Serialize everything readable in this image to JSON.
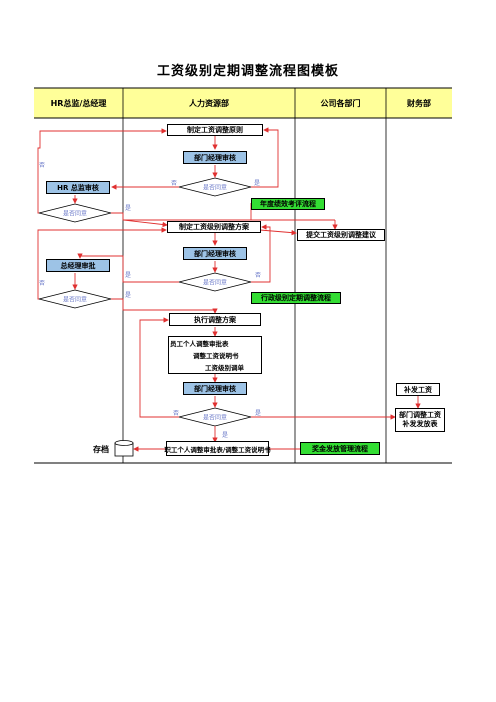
{
  "title": "工资级别定期调整流程图模板",
  "lanes": [
    "HR总监/总经理",
    "人力资源部",
    "公司各部门",
    "财务部"
  ],
  "nodes": {
    "make_principle": "制定工资调整原则",
    "dept_review_1": "部门经理审核",
    "agree_1": "是否同意",
    "hr_director_review": "HR 总监审核",
    "agree_hr": "是否同意",
    "annual_review_process": "年度绩效考评流程",
    "make_plan": "制定工资级别调整方案",
    "submit_suggestion": "提交工资级别调整建议",
    "dept_review_2": "部门经理审核",
    "gm_approval": "总经理审批",
    "agree_2": "是否同意",
    "agree_gm": "是否同意",
    "admin_level_process": "行政级别定期调整流程",
    "execute_plan": "执行调整方案",
    "doc_line_1": "员工个人调整审批表",
    "doc_line_2": "调整工资说明书",
    "doc_line_3": "工资级别调单",
    "dept_review_3": "部门经理审核",
    "supplement_pay": "补发工资",
    "agree_3": "是否同意",
    "dept_adjust_pay": "部门调整工资补发发放表",
    "archive": "存档",
    "final_doc": "职工个人调整审批表/调整工资说明书",
    "bonus_process": "奖金发放管理流程"
  },
  "labels": {
    "yes": "是",
    "no": "否"
  }
}
